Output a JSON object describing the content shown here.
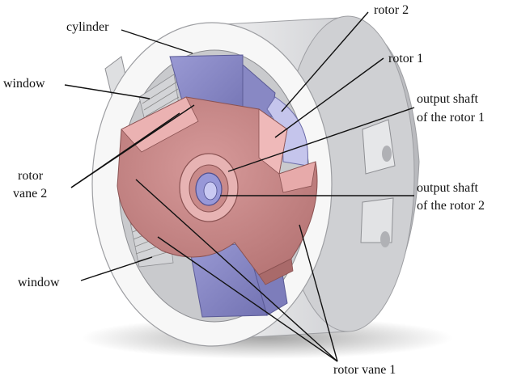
{
  "labels": {
    "cylinder": "cylinder",
    "window_top": "window",
    "rotor_vane_2_line1": "rotor",
    "rotor_vane_2_line2": "vane 2",
    "window_bottom": "window",
    "rotor_2": "rotor 2",
    "rotor_1": "rotor 1",
    "output_shaft_rotor1_line1": "output shaft",
    "output_shaft_rotor1_line2": "of the rotor 1",
    "output_shaft_rotor2_line1": "output shaft",
    "output_shaft_rotor2_line2": "of the rotor 2",
    "rotor_vane_1": "rotor vane 1"
  },
  "colors": {
    "cylinder_face": "#f7f7f7",
    "cylinder_side": "#d9dadc",
    "chamber": "#c8c9cd",
    "rotor_1": "#c98a8a",
    "rotor_1_highlight": "#eab0b0",
    "rotor_2": "#8f8fc8",
    "rotor_2_highlight": "#c7c7ee",
    "shaft_2": "#9898d8"
  }
}
